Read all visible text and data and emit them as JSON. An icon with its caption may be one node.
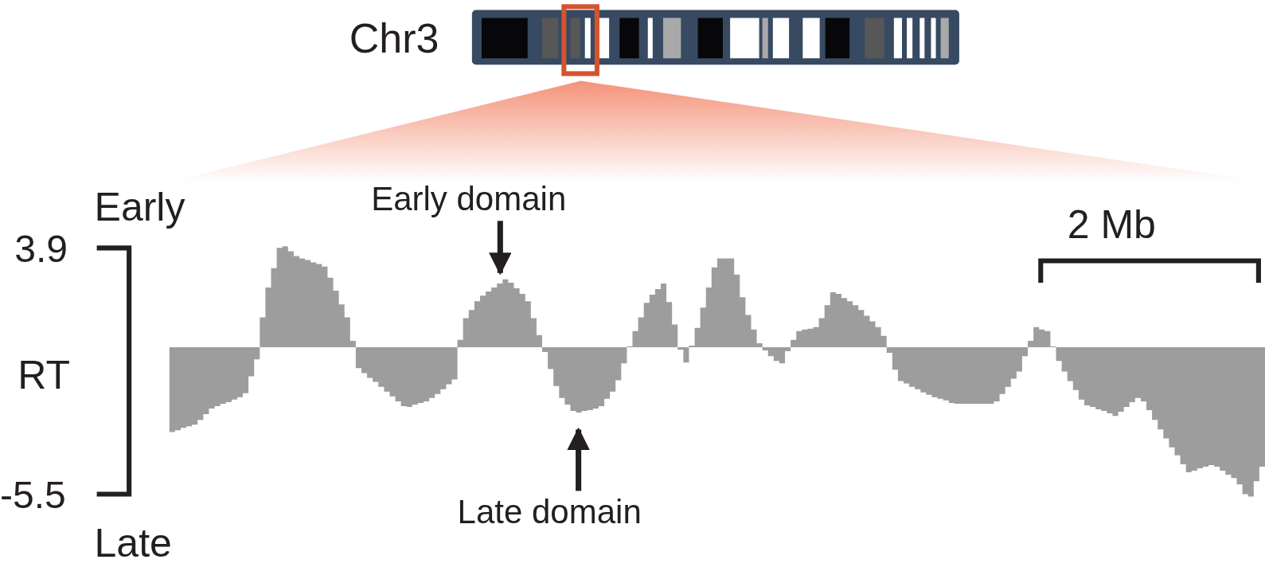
{
  "diagram": {
    "nodes": [
      {
        "text": [
          "Early domain"
        ]
      },
      {
        "text": [
          "Late domain"
        ]
      },
      {
        "text": [],
        "shape": "picture"
      }
    ],
    "edges": [
      {
        "from": 0,
        "to": 2,
        "arrow": "to"
      },
      {
        "from": 1,
        "to": 2,
        "arrow": "to"
      }
    ],
    "labels": [
      "Chr3",
      "Early",
      "2 Mb",
      "3.9",
      "RT",
      "-5.5",
      "Late"
    ]
  }
}
